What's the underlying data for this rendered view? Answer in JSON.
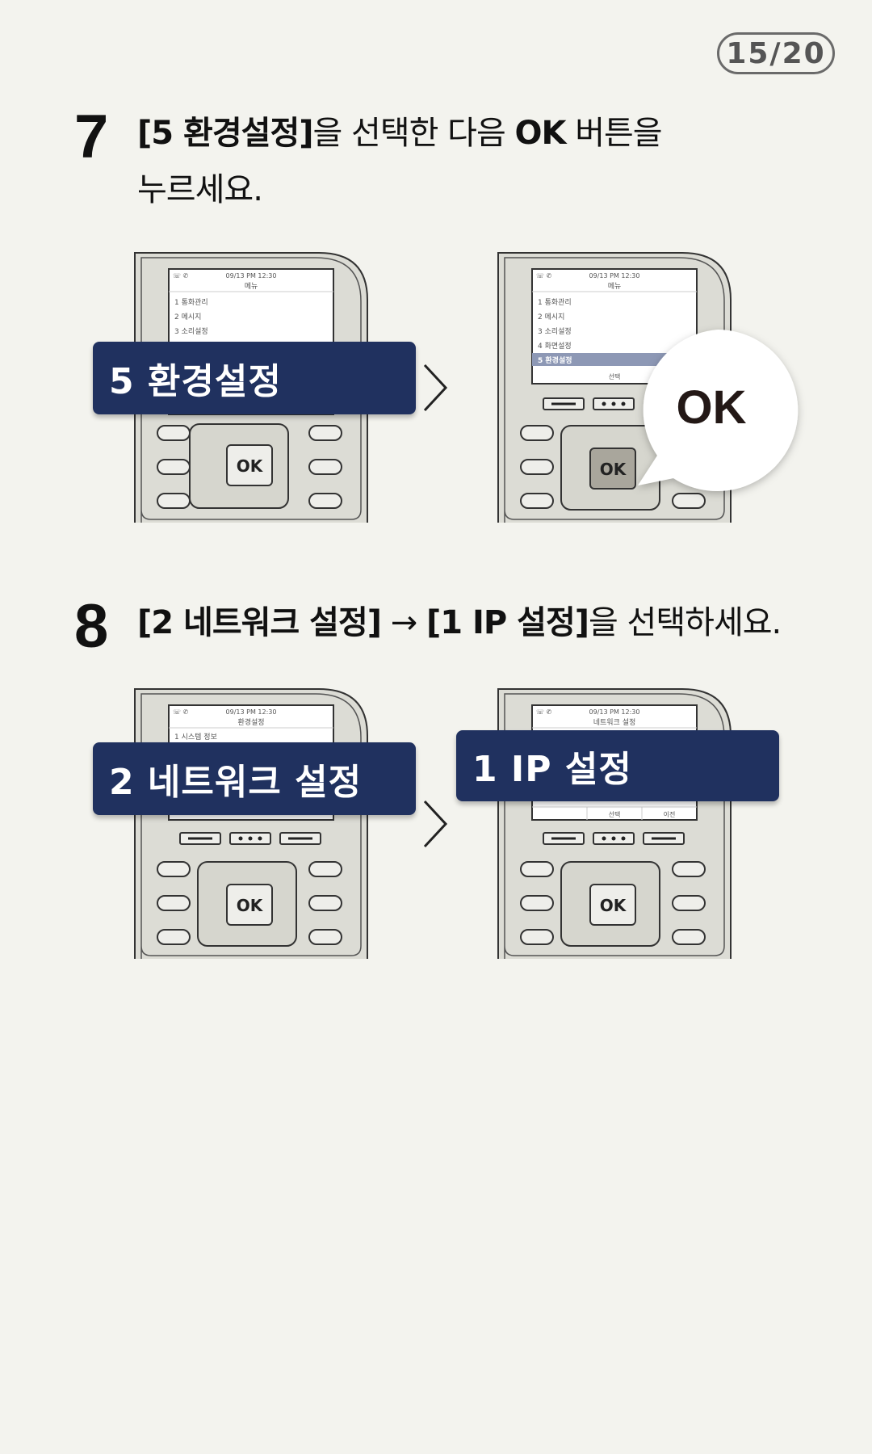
{
  "page_indicator": "15/20",
  "screen": {
    "datetime": "09/13 PM 12:30",
    "ok_key": "OK"
  },
  "steps": [
    {
      "number": "7",
      "line1_bold1": "[5 환경설정]",
      "line1_text1": "을 선택한 다음 ",
      "line1_bold2": "OK",
      "line1_text2": " 버튼을",
      "line2": "누르세요.",
      "phone_a": {
        "screen_title": "메뉴",
        "menu": [
          "1  통화관리",
          "2  메시지",
          "3  소리설정"
        ],
        "highlight_label": "5  환경설정"
      },
      "phone_b": {
        "screen_title": "메뉴",
        "menu": [
          "1  통화관리",
          "2  메시지",
          "3  소리설정",
          "4  화면설정",
          "5  환경설정"
        ],
        "softkey_left": "선택",
        "bubble_label": "OK"
      }
    },
    {
      "number": "8",
      "bold1": "[2 네트워크 설정]",
      "arrow": " → ",
      "bold2": "[1 IP 설정]",
      "text": "을 선택하세요.",
      "phone_a": {
        "screen_title": "환경설정",
        "menu": [
          "1  시스템 정보"
        ],
        "highlight_label": "2  네트워크 설정"
      },
      "phone_b": {
        "screen_title": "네트워크 설정",
        "softkey_left": "선택",
        "softkey_right": "이전",
        "highlight_label": "1  IP 설정"
      }
    }
  ],
  "colors": {
    "label_bg": "#20315f",
    "phone_body": "#dcdcd5",
    "highlight_row": "#8d98b5"
  }
}
